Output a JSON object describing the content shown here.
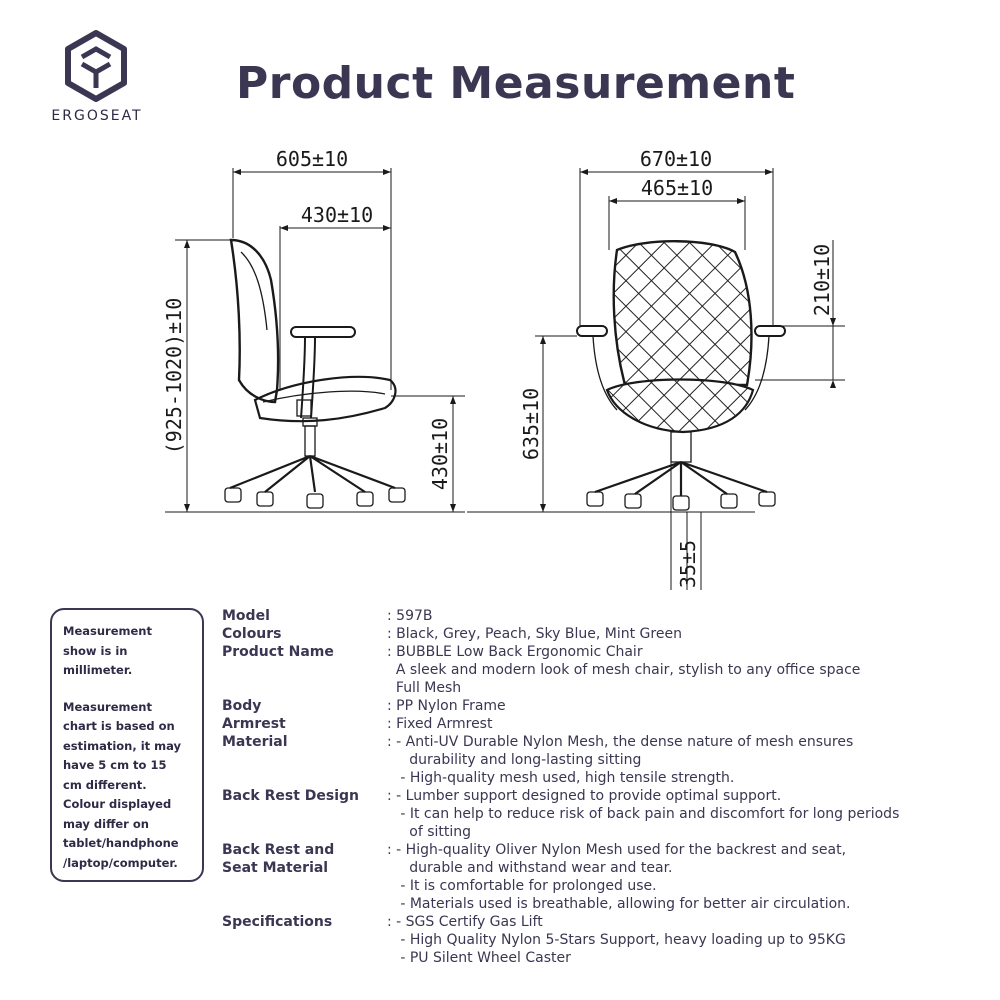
{
  "brand": {
    "name": "ERGOSEAT"
  },
  "title": "Product Measurement",
  "dimensions": {
    "side_width": "605±10",
    "seat_depth": "430±10",
    "total_height": "(925-1020)±10",
    "seat_height": "430±10",
    "front_width": "670±10",
    "inner_width": "465±10",
    "armrest_to_back": "210±10",
    "armrest_height": "635±10",
    "lift_range": "35±5"
  },
  "note": {
    "paragraph1": "Measurement\nshow is in\nmillimeter.",
    "paragraph2": "Measurement\nchart is based on\nestimation, it may\nhave 5 cm to 15\ncm different.\nColour displayed\nmay differ on\ntablet/handphone\n/laptop/computer."
  },
  "specs": [
    {
      "label": "Model",
      "lines": [
        ": 597B"
      ]
    },
    {
      "label": "Colours",
      "lines": [
        ": Black, Grey, Peach, Sky Blue, Mint Green"
      ]
    },
    {
      "label": "Product Name",
      "lines": [
        ": BUBBLE Low Back Ergonomic Chair",
        "  A sleek and modern look of mesh chair, stylish to any office space",
        "  Full Mesh"
      ]
    },
    {
      "label": "Body",
      "lines": [
        ": PP Nylon Frame"
      ]
    },
    {
      "label": "Armrest",
      "lines": [
        ": Fixed Armrest"
      ]
    },
    {
      "label": "Material",
      "lines": [
        ": - Anti-UV Durable Nylon Mesh, the dense nature of mesh ensures",
        "     durability and long-lasting sitting",
        "   - High-quality mesh used, high tensile strength."
      ]
    },
    {
      "label": "Back Rest Design",
      "lines": [
        ": - Lumber support designed to provide optimal support.",
        "   - It can help to reduce risk of back pain and discomfort for long periods",
        "     of sitting"
      ]
    },
    {
      "label": "Back Rest and\nSeat Material",
      "lines": [
        ": - High-quality Oliver Nylon Mesh used for the backrest and seat,",
        "     durable and withstand wear and tear.",
        "   - It is comfortable for prolonged use.",
        "   - Materials used is breathable, allowing for better air circulation."
      ]
    },
    {
      "label": "Specifications",
      "lines": [
        ": - SGS Certify Gas Lift",
        "   - High Quality Nylon 5-Stars Support, heavy loading up to 95KG",
        "   - PU Silent Wheel Caster"
      ]
    }
  ]
}
